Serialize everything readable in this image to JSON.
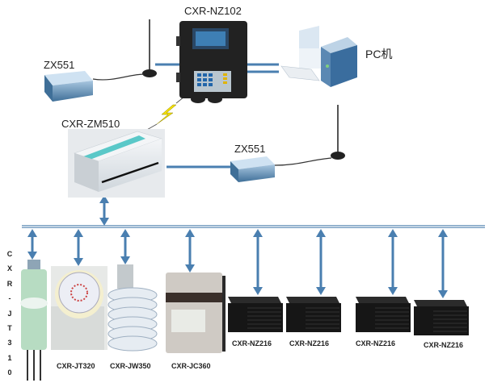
{
  "diagram": {
    "title": "System topology",
    "colors": {
      "line": "#4a7fb0",
      "bus": "#7fa3c4",
      "device_dark": "#1f1f1f",
      "lightning": "#f5e000"
    },
    "nodes": {
      "controller": {
        "label": "CXR-NZ102"
      },
      "zx551_left": {
        "label": "ZX551"
      },
      "pc": {
        "label": "PC机"
      },
      "zm510": {
        "label": "CXR-ZM510"
      },
      "zx551_right": {
        "label": "ZX551"
      }
    },
    "sensors": [
      {
        "label": "CXR-JT310",
        "vertical_chars": [
          "C",
          "X",
          "R",
          "-",
          "J",
          "T",
          "3",
          "1",
          "0"
        ]
      },
      {
        "label": "CXR-JT320"
      },
      {
        "label": "CXR-JW350"
      },
      {
        "label": "CXR-JC360"
      },
      {
        "label": "CXR-NZ216"
      },
      {
        "label": "CXR-NZ216"
      },
      {
        "label": "CXR-NZ216"
      },
      {
        "label": "CXR-NZ216"
      }
    ]
  }
}
